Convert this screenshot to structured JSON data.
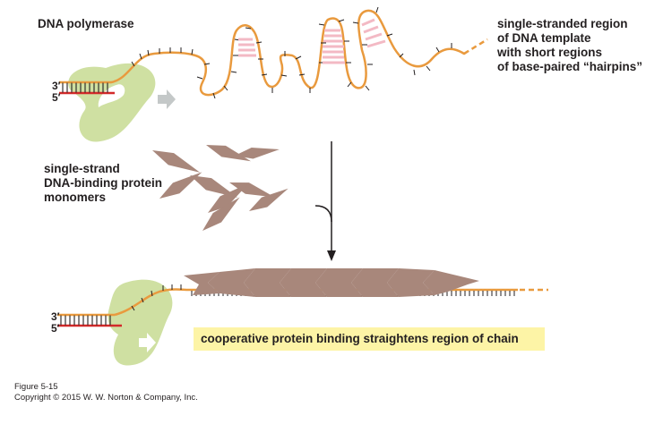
{
  "labels": {
    "dna_polymerase": "DNA polymerase",
    "single_stranded_region": "single-stranded region\nof DNA template\nwith short regions\nof base-paired “hairpins”",
    "ssb_monomers": "single-strand\nDNA-binding protein\nmonomers",
    "caption": "cooperative protein binding straightens region of chain"
  },
  "strand_ends": {
    "three_prime": "3′",
    "five_prime": "5′"
  },
  "figure_number": "Figure 5-15",
  "copyright": "Copyright © 2015 W. W. Norton & Company, Inc.",
  "colors": {
    "template_strand": "#e99a3e",
    "new_strand": "#d32a2a",
    "polymerase": "#cfe0a2",
    "ssb_protein": "#a8877b",
    "hairpin_pairs": "#f3b9c4",
    "caption_highlight": "#fdf4a6",
    "arrow": "#c4c8c8"
  }
}
